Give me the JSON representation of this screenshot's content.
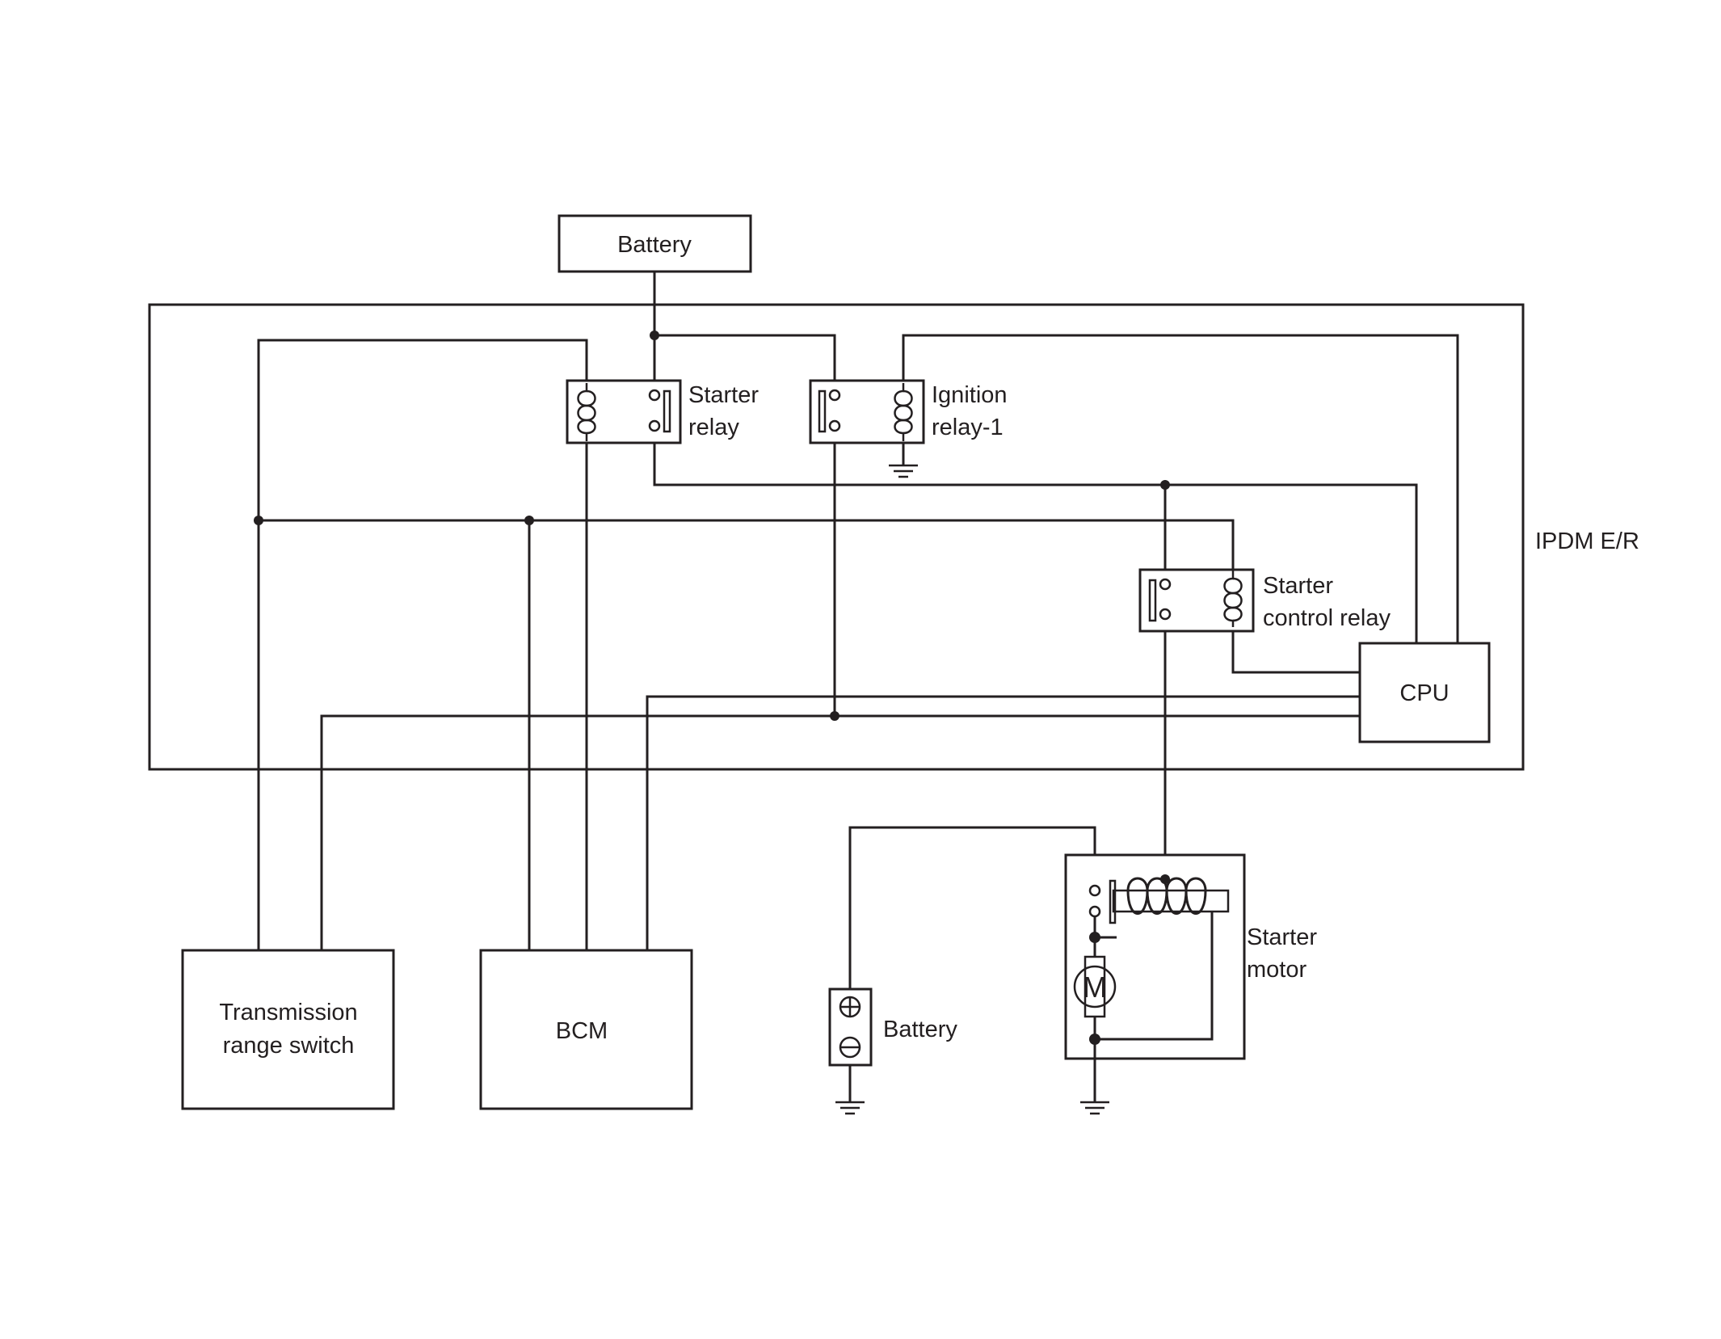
{
  "labels": {
    "battery_top": "Battery",
    "starter_relay": [
      "Starter",
      "relay"
    ],
    "ignition_relay": [
      "Ignition",
      "relay-1"
    ],
    "ipdm": "IPDM E/R",
    "starter_control_relay": [
      "Starter",
      "control relay"
    ],
    "cpu": "CPU",
    "transmission_range_switch": [
      "Transmission",
      "range switch"
    ],
    "bcm": "BCM",
    "battery_bottom": "Battery",
    "starter_motor": [
      "Starter",
      "motor"
    ],
    "motor_symbol": "M"
  },
  "icons": {
    "coil": "relay-coil-icon",
    "contact": "relay-contact-icon",
    "ground": "ground-icon",
    "motor": "motor-icon",
    "battery_terminals": "battery-terminal-icon"
  },
  "colors": {
    "line": "#231f20",
    "background": "#ffffff"
  }
}
